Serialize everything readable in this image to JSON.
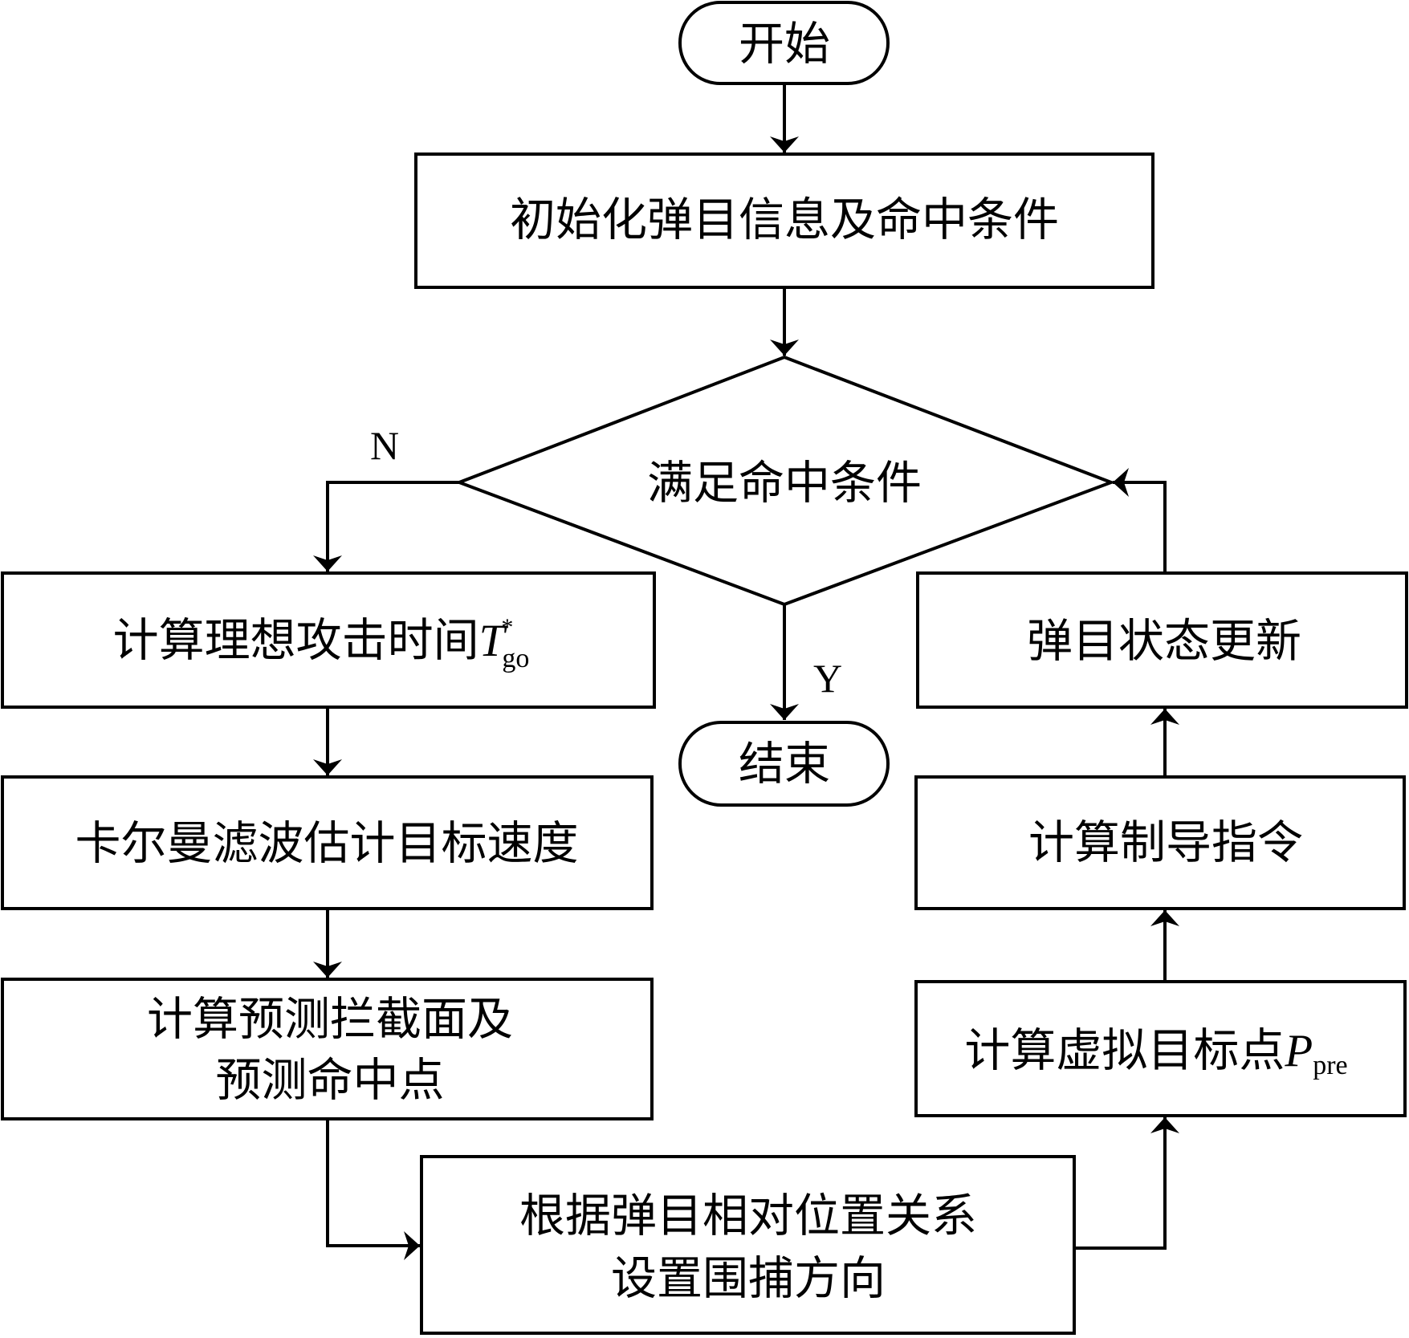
{
  "diagram": {
    "type": "flowchart",
    "nodes": {
      "start": {
        "shape": "terminator",
        "label": "开始"
      },
      "init": {
        "shape": "process",
        "label": "初始化弹目信息及命中条件"
      },
      "decision": {
        "shape": "decision",
        "label": "满足命中条件"
      },
      "compute_tgo": {
        "shape": "process",
        "label": "计算理想攻击时间",
        "math_symbol": "T",
        "math_superscript": "*",
        "math_subscript": "go"
      },
      "kalman": {
        "shape": "process",
        "label": "卡尔曼滤波估计目标速度"
      },
      "predict": {
        "shape": "process",
        "label_lines": [
          "计算预测拦截面及",
          "预测命中点"
        ]
      },
      "direction": {
        "shape": "process",
        "label_lines": [
          "根据弹目相对位置关系",
          "设置围捕方向"
        ]
      },
      "virtual_target": {
        "shape": "process",
        "label": "计算虚拟目标点",
        "math_symbol": "P",
        "math_subscript": "pre"
      },
      "guidance": {
        "shape": "process",
        "label": "计算制导指令"
      },
      "update": {
        "shape": "process",
        "label": "弹目状态更新"
      },
      "end": {
        "shape": "terminator",
        "label": "结束"
      }
    },
    "edges": [
      {
        "from": "start",
        "to": "init",
        "label": ""
      },
      {
        "from": "init",
        "to": "decision",
        "label": ""
      },
      {
        "from": "decision",
        "to": "compute_tgo",
        "label": "N"
      },
      {
        "from": "decision",
        "to": "end",
        "label": "Y"
      },
      {
        "from": "compute_tgo",
        "to": "kalman",
        "label": ""
      },
      {
        "from": "kalman",
        "to": "predict",
        "label": ""
      },
      {
        "from": "predict",
        "to": "direction",
        "label": ""
      },
      {
        "from": "direction",
        "to": "virtual_target",
        "label": ""
      },
      {
        "from": "virtual_target",
        "to": "guidance",
        "label": ""
      },
      {
        "from": "guidance",
        "to": "update",
        "label": ""
      },
      {
        "from": "update",
        "to": "decision",
        "label": ""
      }
    ],
    "branch_labels": {
      "no": "N",
      "yes": "Y"
    },
    "colors": {
      "stroke": "#000000",
      "fill": "#ffffff",
      "text": "#000000"
    }
  }
}
